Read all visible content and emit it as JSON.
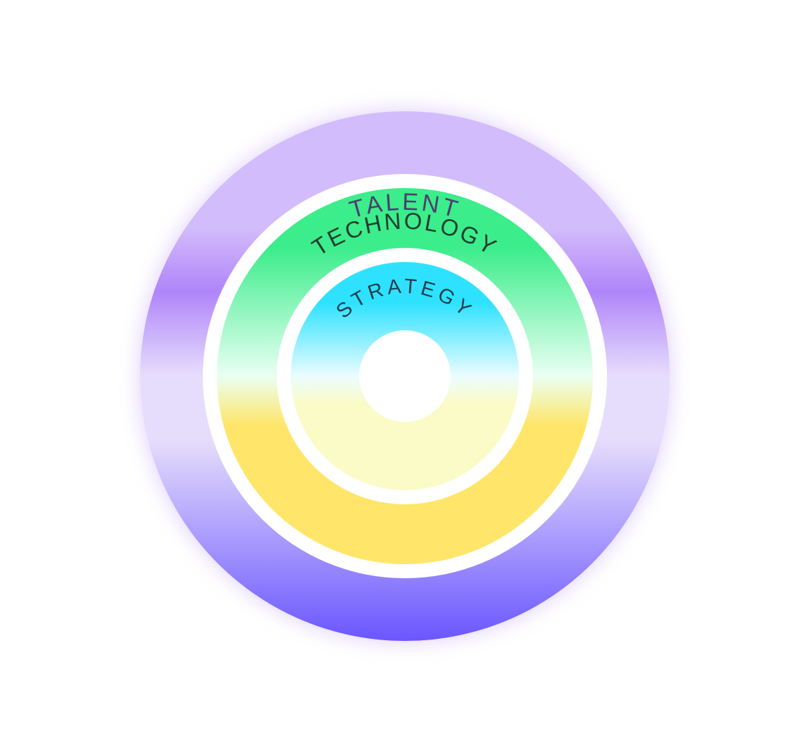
{
  "diagram": {
    "rings": [
      {
        "id": "talent",
        "label": "TALENT"
      },
      {
        "id": "technology",
        "label": "TECHNOLOGY"
      },
      {
        "id": "strategy",
        "label": "STRATEGY"
      }
    ]
  },
  "colors": {
    "talent_top": "#d3bcfb",
    "talent_mid": "#b085fa",
    "talent_low": "#e6ddfc",
    "talent_bottom": "#6a56ff",
    "talent_text": "#4d3f6e",
    "technology_top": "#3ced8b",
    "technology_mid": "#eafff3",
    "technology_bottom": "#ffe66a",
    "technology_text": "#1f3d33",
    "strategy_top": "#2ee2ff",
    "strategy_mid": "#eafcff",
    "strategy_bottom": "#fbfbc8",
    "strategy_text": "#1f3d4d",
    "glow": "#c9aef8",
    "divider": "#ffffff"
  }
}
